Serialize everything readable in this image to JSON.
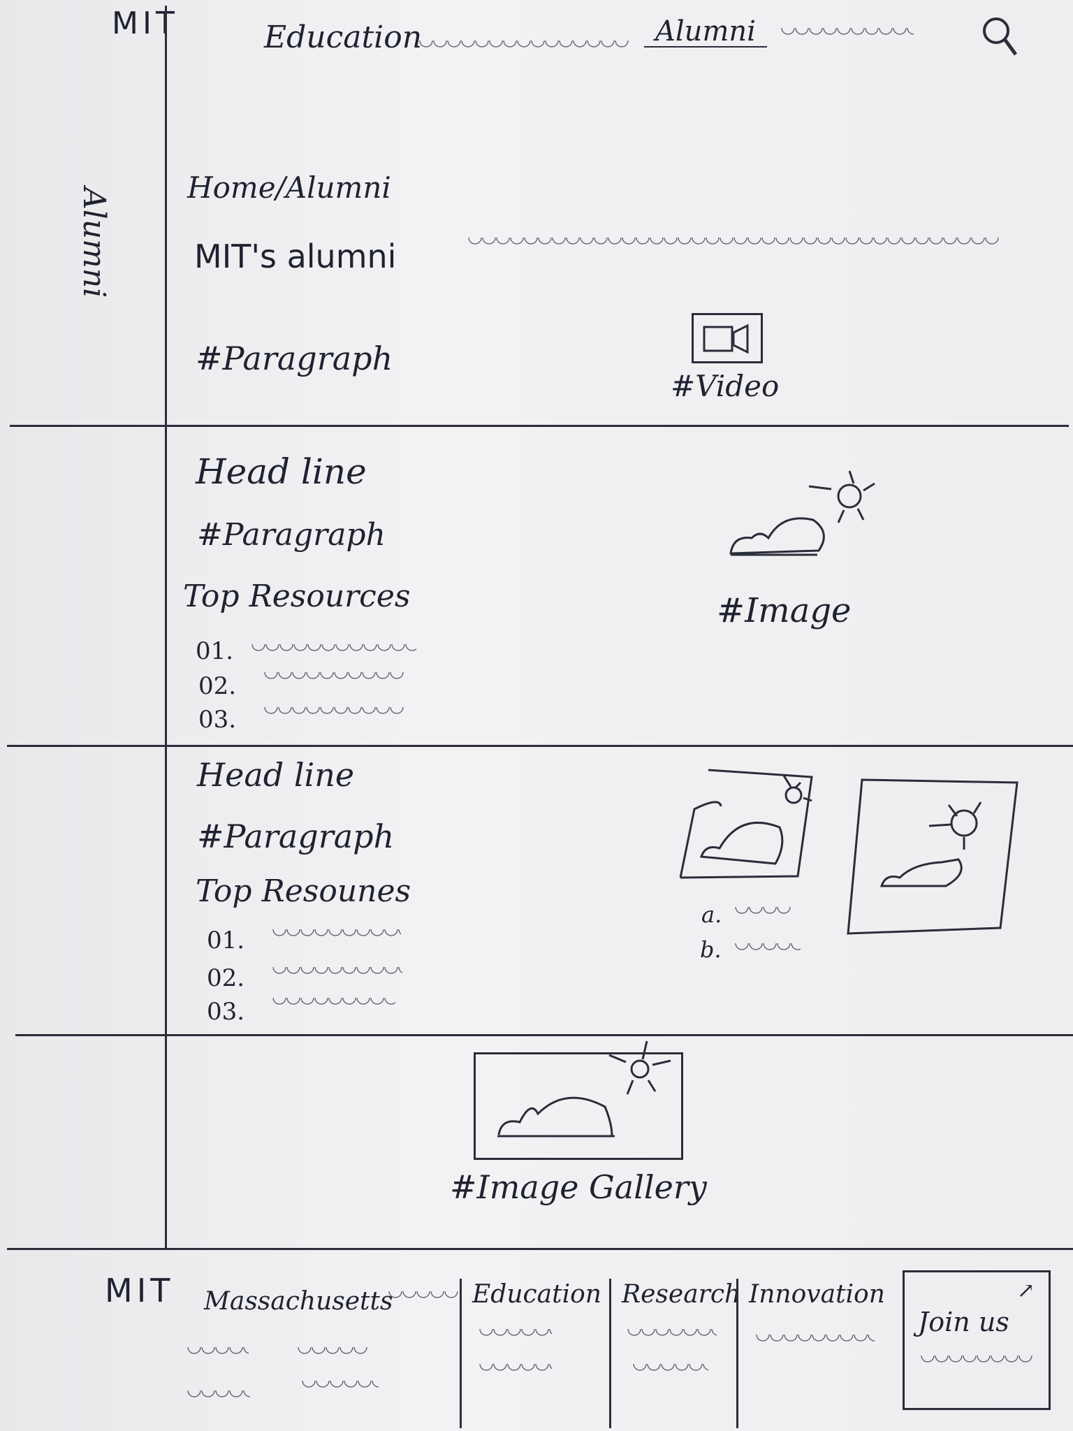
{
  "header": {
    "logo": "MIT",
    "nav_education": "Education",
    "nav_alumni": "Alumni"
  },
  "sidebar": {
    "label": "Alumni"
  },
  "breadcrumb": "Home/Alumni",
  "hero": {
    "title": "MIT's alumni",
    "paragraph": "#Paragraph",
    "video_label": "#Video"
  },
  "section1": {
    "headline": "Head line",
    "paragraph": "#Paragraph",
    "resources_title": "Top Resources",
    "resources": [
      "01.",
      "02.",
      "03."
    ],
    "image_label": "#Image"
  },
  "section2": {
    "headline": "Head line",
    "paragraph": "#Paragraph",
    "resources_title": "Top Resounes",
    "resources": [
      "01.",
      "02.",
      "03."
    ],
    "bullets": [
      "a.",
      "b."
    ]
  },
  "gallery": {
    "label": "#Image Gallery"
  },
  "footer": {
    "logo": "MIT",
    "col_massachusetts": "Massachusetts",
    "col_education": "Education",
    "col_research": "Research",
    "col_innovation": "Innovation",
    "join_label": "Join us",
    "arrow": "↗"
  },
  "colors": {
    "ink": "#2a2d3a",
    "paper": "#eeeef0"
  }
}
